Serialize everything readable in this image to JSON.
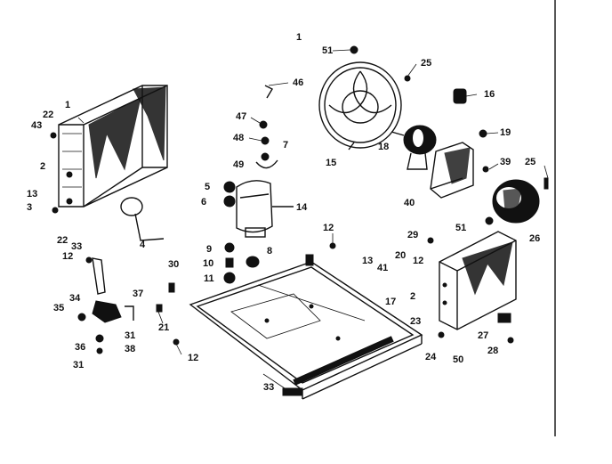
{
  "diagram": {
    "top_mark": "1",
    "labels": {
      "l1": "1",
      "l2a": "2",
      "l2b": "2",
      "l3": "3",
      "l4": "4",
      "l5": "5",
      "l6": "6",
      "l7": "7",
      "l8": "8",
      "l9": "9",
      "l10": "10",
      "l11": "11",
      "l12a": "12",
      "l12b": "12",
      "l12c": "12",
      "l12d": "12",
      "l13a": "13",
      "l13b": "13",
      "l14": "14",
      "l15": "15",
      "l16": "16",
      "l17": "17",
      "l18": "18",
      "l19": "19",
      "l20": "20",
      "l21": "21",
      "l22a": "22",
      "l22b": "22",
      "l23": "23",
      "l24": "24",
      "l25a": "25",
      "l25b": "25",
      "l26": "26",
      "l27": "27",
      "l28": "28",
      "l29": "29",
      "l30": "30",
      "l31a": "31",
      "l31b": "31",
      "l33a": "33",
      "l33b": "33",
      "l34": "34",
      "l35": "35",
      "l36": "36",
      "l37": "37",
      "l38": "38",
      "l39": "39",
      "l40": "40",
      "l41": "41",
      "l43": "43",
      "l46": "46",
      "l47": "47",
      "l48": "48",
      "l49": "49",
      "l50": "50",
      "l51a": "51",
      "l51b": "51"
    }
  }
}
